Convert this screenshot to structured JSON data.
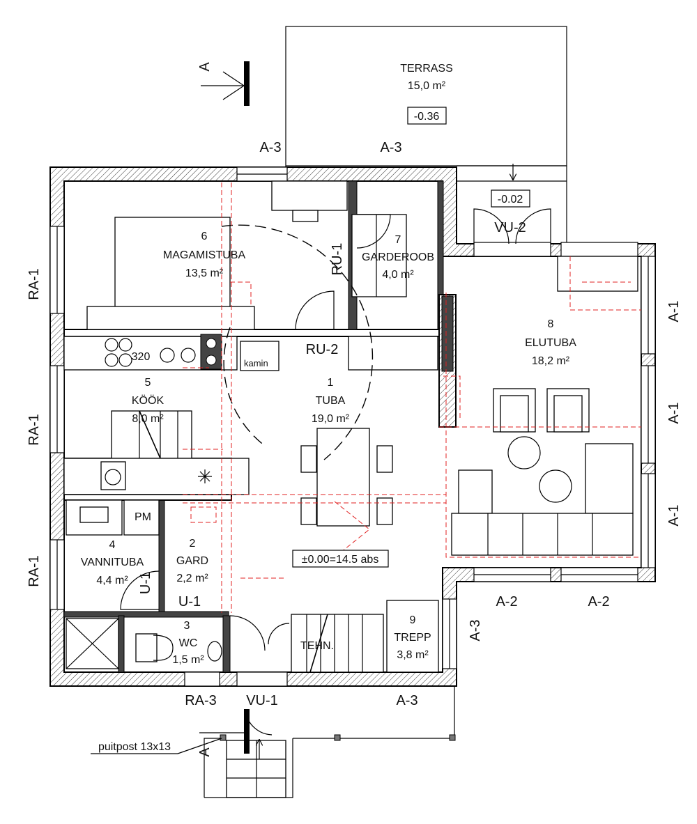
{
  "rooms": {
    "terrace": {
      "name": "TERRASS",
      "area": "15,0 m²",
      "level": "-0.36"
    },
    "entry_level": "-0.02",
    "bedroom": {
      "number": "6",
      "name": "MAGAMISTUBA",
      "area": "13,5 m²"
    },
    "wardrobe": {
      "number": "7",
      "name": "GARDEROOB",
      "area": "4,0 m²"
    },
    "living": {
      "number": "8",
      "name": "ELUTUBA",
      "area": "18,2 m²"
    },
    "kitchen": {
      "number": "5",
      "name": "KÖÖK",
      "area": "8,0 m²"
    },
    "main_room": {
      "number": "1",
      "name": "TUBA",
      "area": "19,0 m²"
    },
    "bathroom": {
      "number": "4",
      "name": "VANNITUBA",
      "area": "4,4 m²"
    },
    "closet": {
      "number": "2",
      "name": "GARD",
      "area": "2,2 m²"
    },
    "wc": {
      "number": "3",
      "name": "WC",
      "area": "1,5 m²"
    },
    "stairs": {
      "number": "9",
      "name": "TREPP",
      "area": "3,8 m²"
    }
  },
  "labels": {
    "section_top": "A",
    "section_bottom": "A",
    "a3_top_left": "A-3",
    "a3_top_mid": "A-3",
    "a3_right": "A-3",
    "a3_bottom": "A-3",
    "ra1_top": "RA-1",
    "ra1_mid": "RA-1",
    "ra1_bottom": "RA-1",
    "ra3": "RA-3",
    "a1_top": "A-1",
    "a1_mid": "A-1",
    "a1_bottom": "A-1",
    "a2_left": "A-2",
    "a2_right": "A-2",
    "vu2": "VU-2",
    "vu1": "VU-1",
    "ru1": "RU-1",
    "ru2": "RU-2",
    "u1_vertical": "U-1",
    "u1": "U-1",
    "pm": "PM",
    "kamin": "kamin",
    "dim_320": "320",
    "tehn": "TEHN.",
    "zero_level": "±0.00=14.5 abs",
    "post": "puitpost 13x13"
  }
}
